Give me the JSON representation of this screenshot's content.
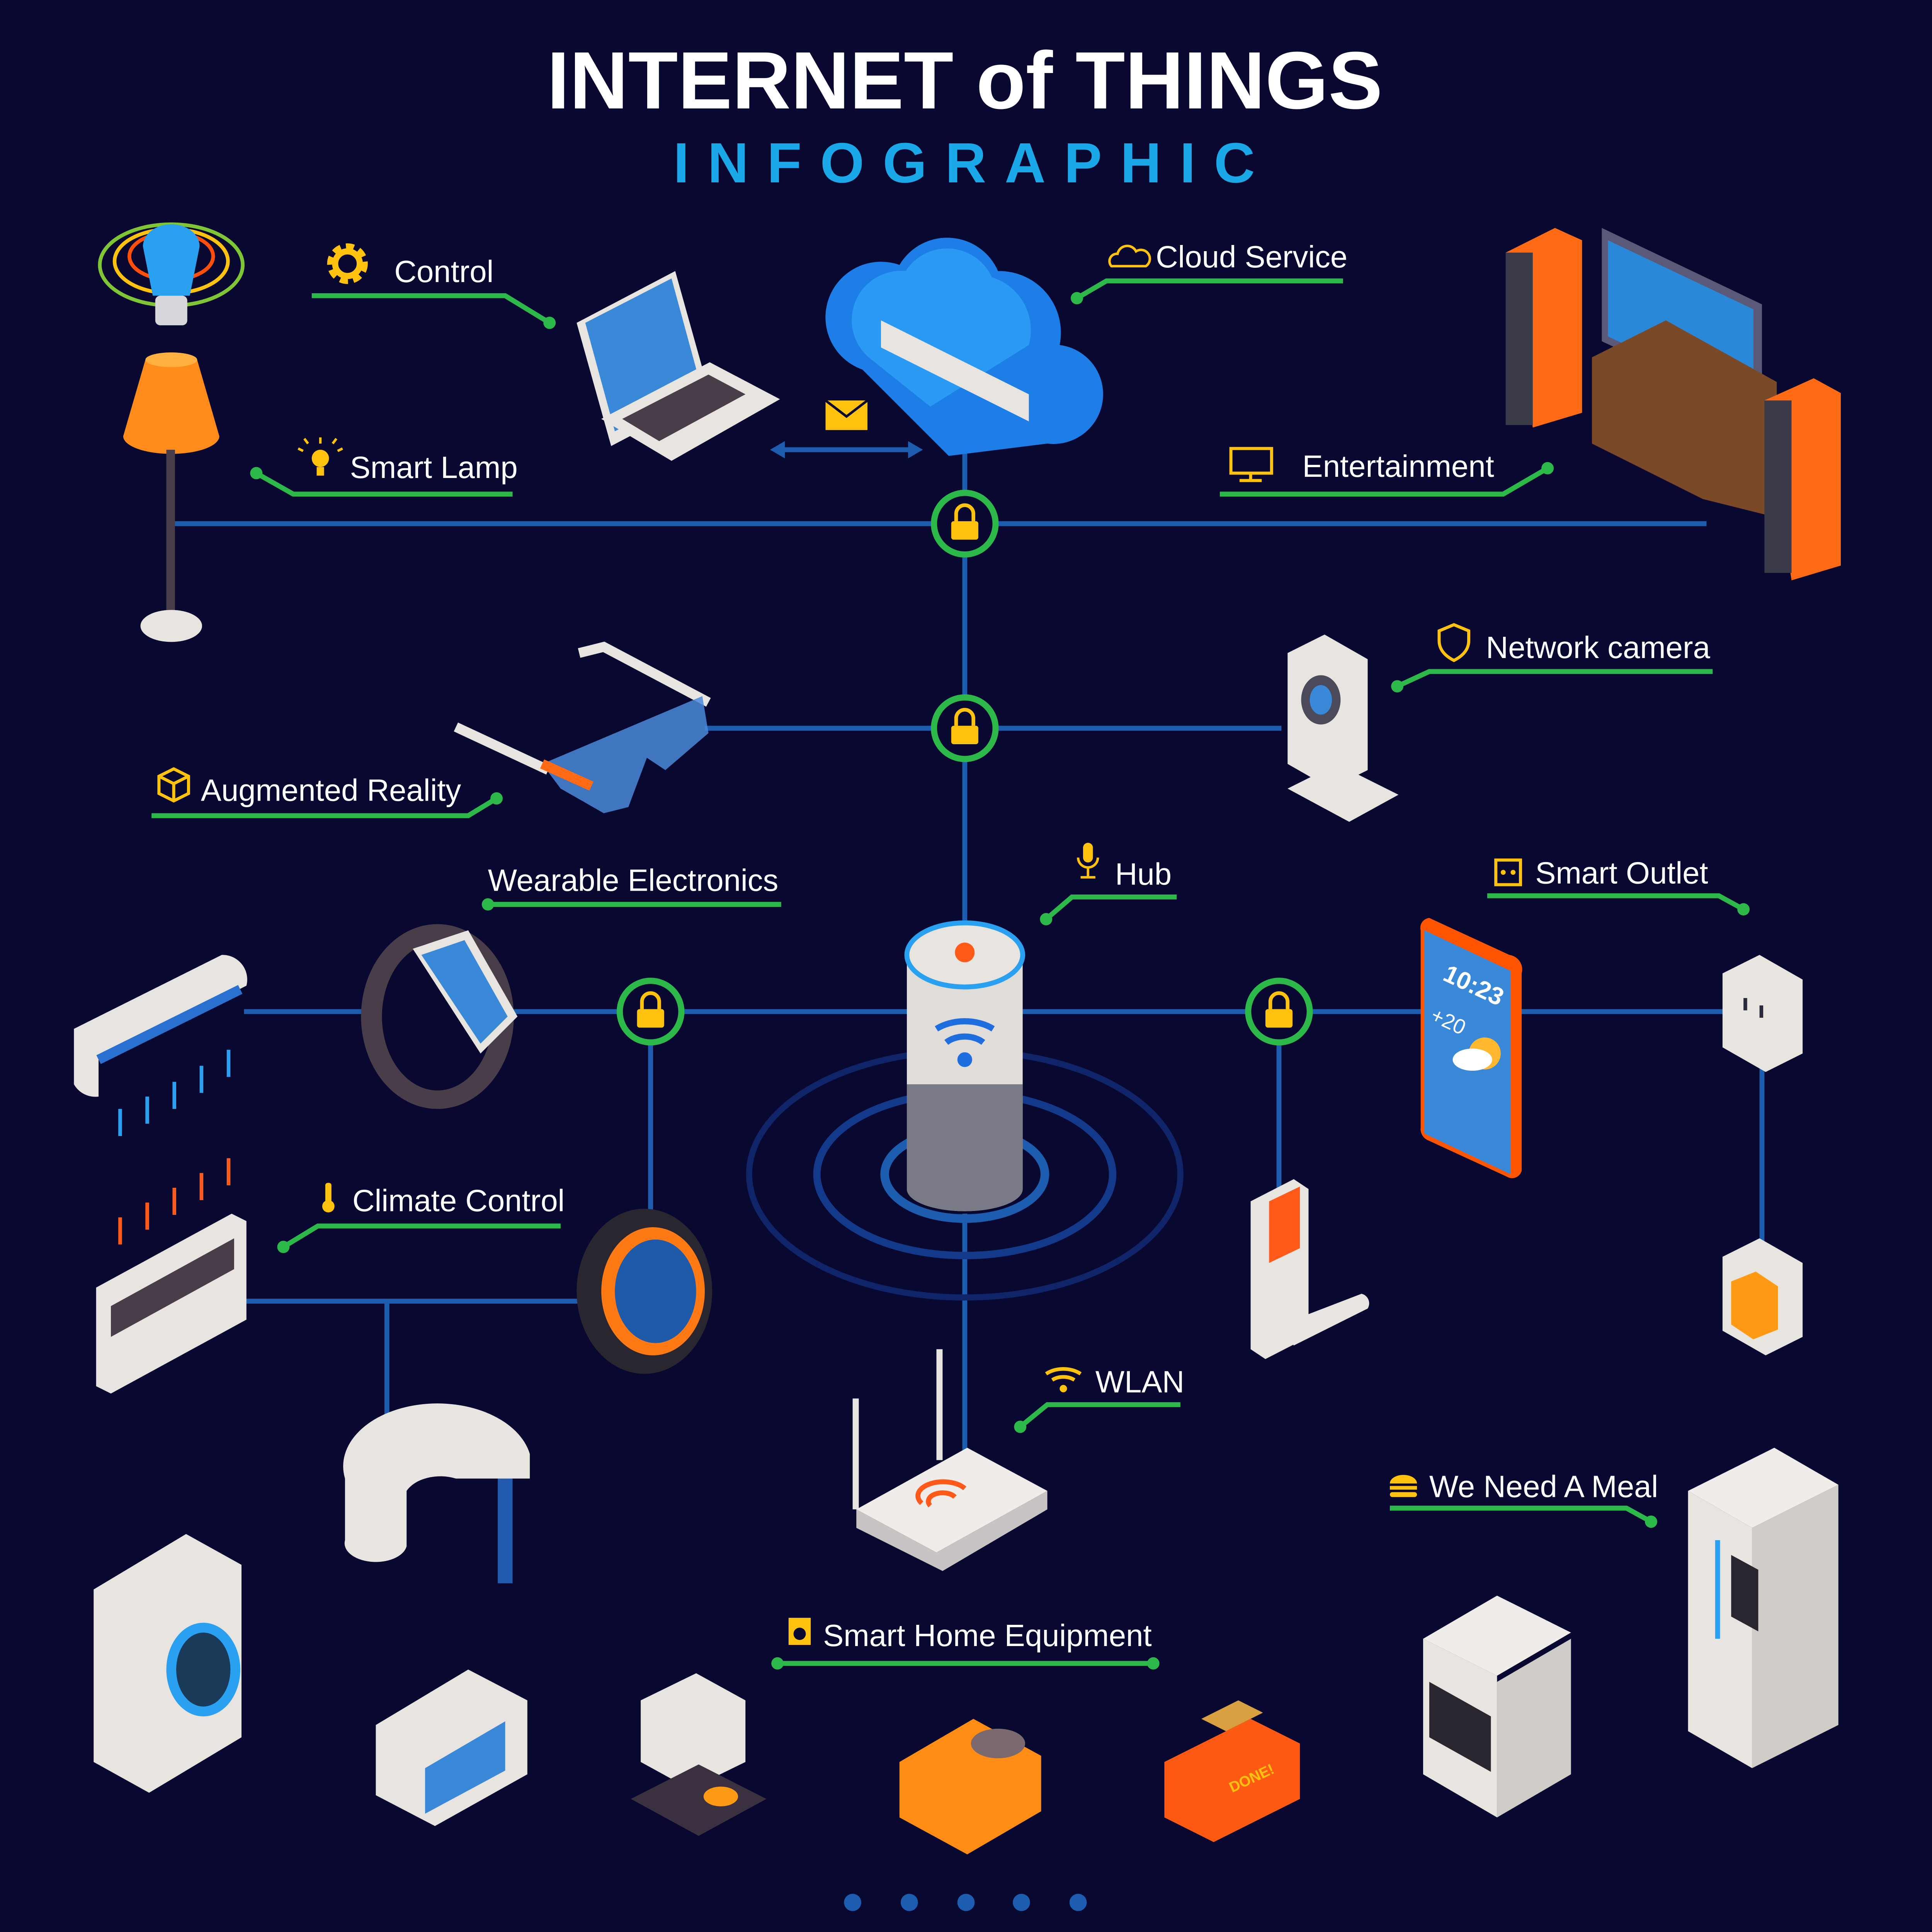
{
  "header": {
    "title": "INTERNET of THINGS",
    "subtitle": "INFOGRAPHIC"
  },
  "colors": {
    "background": "#080830",
    "network_line": "#1c5db0",
    "label_line": "#2db84a",
    "icon": "#ffc20e",
    "subtitle": "#1aa8e8"
  },
  "labels": {
    "control": {
      "text": "Control",
      "icon": "gear-icon"
    },
    "smart_lamp": {
      "text": "Smart Lamp",
      "icon": "lightbulb-icon"
    },
    "cloud_service": {
      "text": "Cloud Service",
      "icon": "cloud-icon"
    },
    "entertainment": {
      "text": "Entertainment",
      "icon": "monitor-icon"
    },
    "network_camera": {
      "text": "Network camera",
      "icon": "shield-icon"
    },
    "augmented_reality": {
      "text": "Augmented Reality",
      "icon": "cube-icon"
    },
    "wearable": {
      "text": "Wearable Electronics"
    },
    "hub": {
      "text": "Hub",
      "icon": "microphone-icon"
    },
    "smart_outlet": {
      "text": "Smart Outlet",
      "icon": "outlet-icon"
    },
    "climate": {
      "text": "Climate Control",
      "icon": "thermometer-icon"
    },
    "wlan": {
      "text": "WLAN",
      "icon": "wifi-icon"
    },
    "meal": {
      "text": "We Need A Meal",
      "icon": "burger-icon"
    },
    "smart_home": {
      "text": "Smart Home Equipment",
      "icon": "washing-machine-icon"
    }
  },
  "devices": {
    "phone": {
      "time": "10:23",
      "temp": "+20"
    },
    "toaster": {
      "text": "DONE!"
    }
  },
  "pagination": {
    "count": 5
  }
}
